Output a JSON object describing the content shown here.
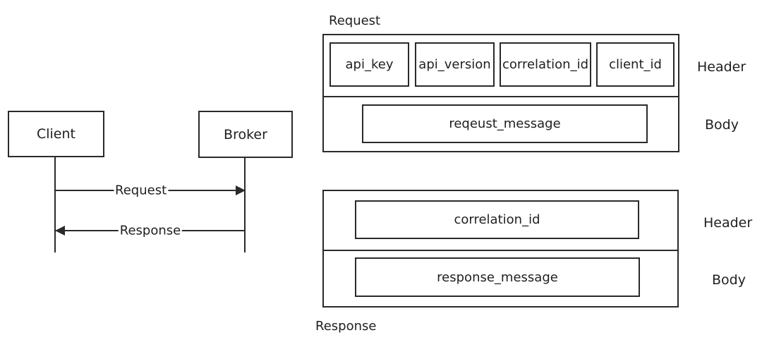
{
  "sequence_diagram": {
    "client": "Client",
    "broker": "Broker",
    "request_label": "Request",
    "response_label": "Response"
  },
  "request_message": {
    "title": "Request",
    "header_fields": [
      {
        "label": "api_key"
      },
      {
        "label": "api_version"
      },
      {
        "label": "correlation_id"
      },
      {
        "label": "client_id"
      }
    ],
    "header_section_label": "Header",
    "body_field": "reqeust_message",
    "body_section_label": "Body"
  },
  "response_message": {
    "title": "Response",
    "header_field": "correlation_id",
    "header_section_label": "Header",
    "body_field": "response_message",
    "body_section_label": "Body"
  },
  "colors": {
    "line": "#2a2a2a",
    "background": "#ffffff"
  },
  "icons": {
    "arrowhead_right": "filled-right-triangle",
    "arrowhead_left": "filled-left-triangle"
  }
}
